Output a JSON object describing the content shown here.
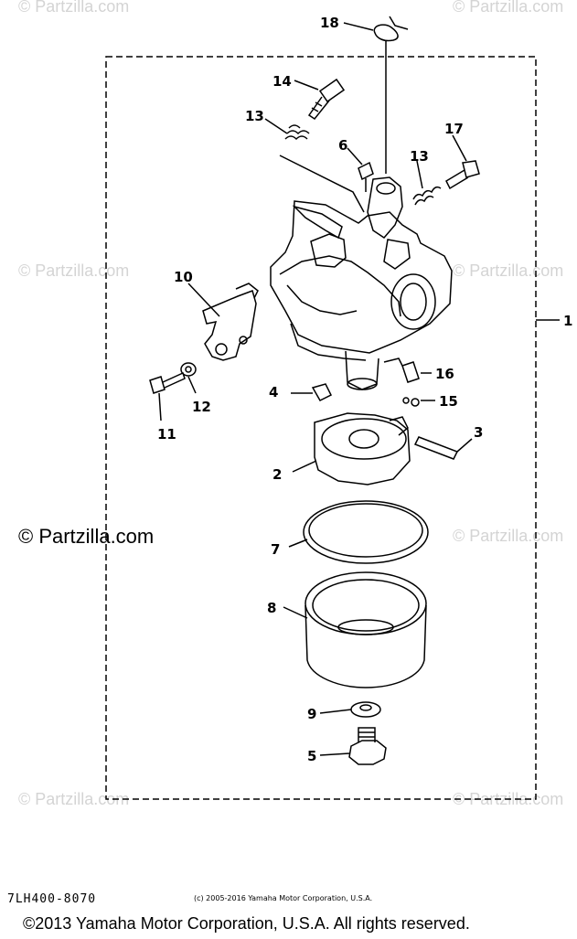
{
  "watermark": {
    "text": "© Partzilla.com",
    "main_text": "© Partzilla.com"
  },
  "part_labels": [
    {
      "id": "18",
      "text": "18"
    },
    {
      "id": "14",
      "text": "14"
    },
    {
      "id": "13a",
      "text": "13"
    },
    {
      "id": "6",
      "text": "6"
    },
    {
      "id": "13b",
      "text": "13"
    },
    {
      "id": "17",
      "text": "17"
    },
    {
      "id": "10",
      "text": "10"
    },
    {
      "id": "1",
      "text": "1"
    },
    {
      "id": "4",
      "text": "4"
    },
    {
      "id": "16",
      "text": "16"
    },
    {
      "id": "15",
      "text": "15"
    },
    {
      "id": "12",
      "text": "12"
    },
    {
      "id": "11",
      "text": "11"
    },
    {
      "id": "3",
      "text": "3"
    },
    {
      "id": "2",
      "text": "2"
    },
    {
      "id": "7",
      "text": "7"
    },
    {
      "id": "8",
      "text": "8"
    },
    {
      "id": "9",
      "text": "9"
    },
    {
      "id": "5",
      "text": "5"
    }
  ],
  "diagram_code": "7LH400-8070",
  "small_copyright": "(c) 2005-2016 Yamaha Motor Corporation, U.S.A.",
  "footer_copyright": "©2013 Yamaha Motor Corporation, U.S.A. All rights reserved."
}
